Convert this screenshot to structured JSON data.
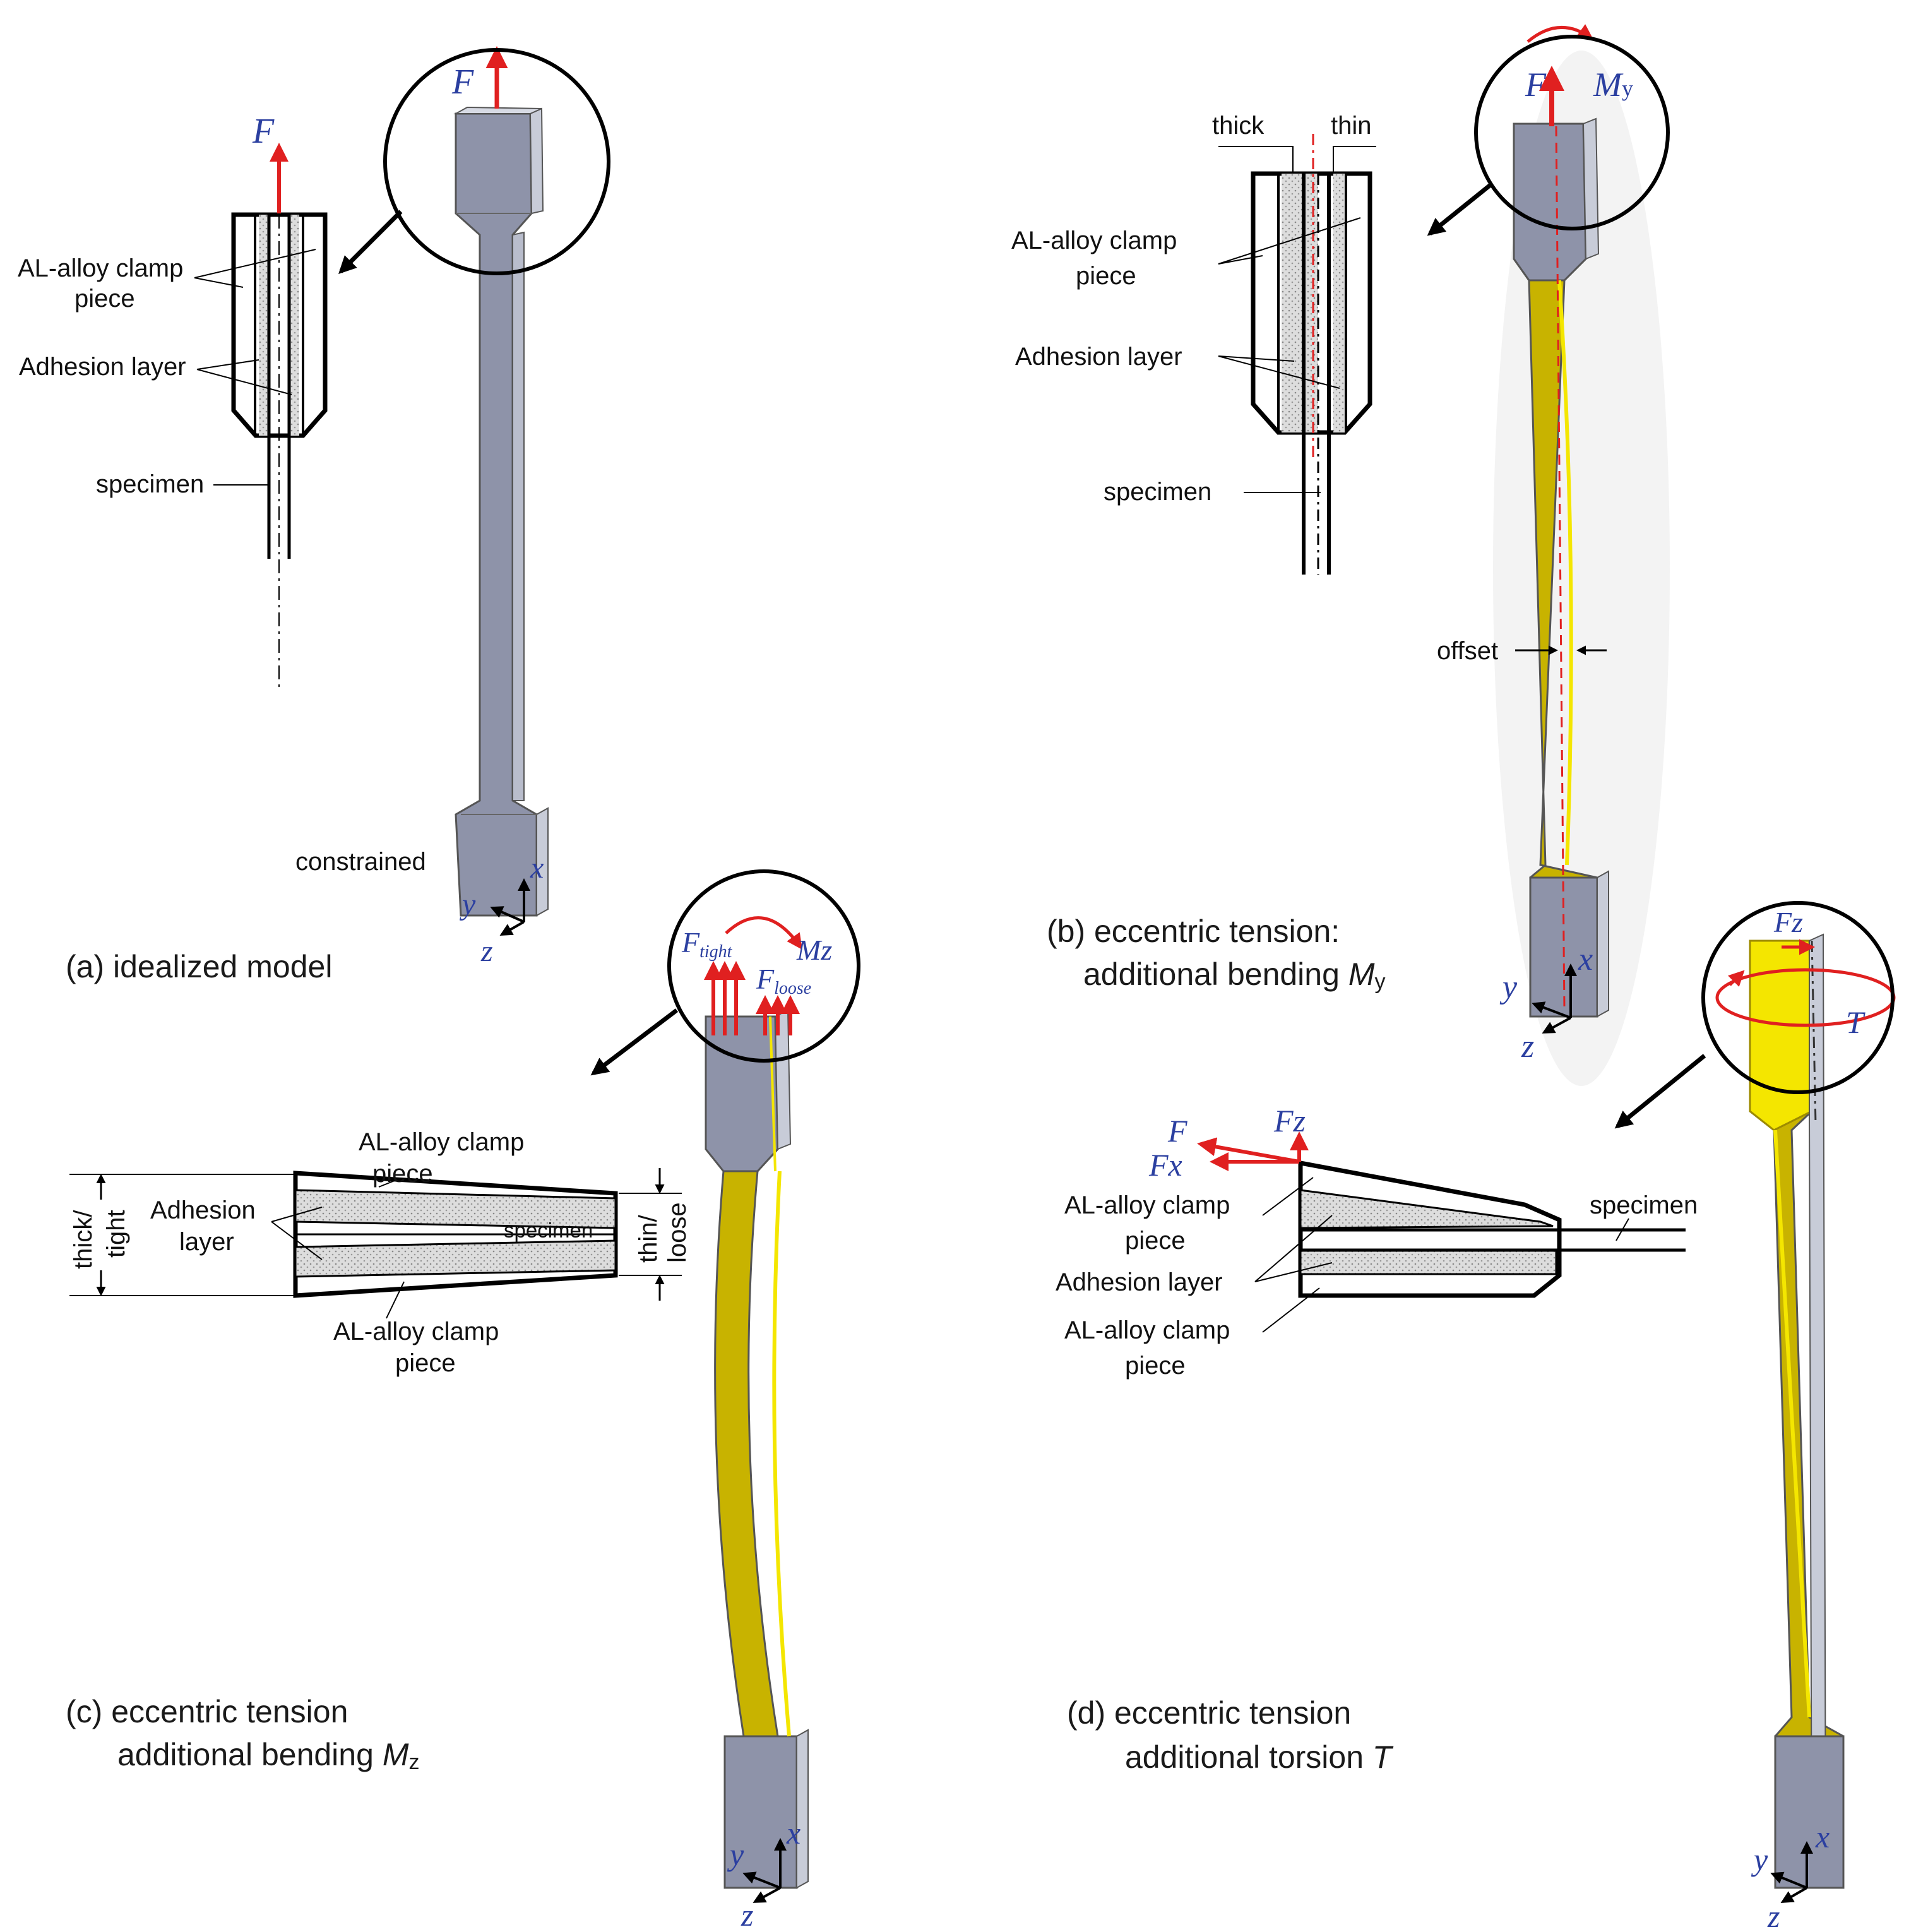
{
  "colors": {
    "steel_light": "#b9bdcc",
    "steel_mid": "#8e93a9",
    "steel_dark": "#6d7288",
    "yellow": "#c8b300",
    "yellow_dark": "#9d8b00",
    "yellow_bright": "#f4e600",
    "arrow_red": "#e02020",
    "symbol_blue": "#2b3fa0",
    "hatch_grey": "#cccccc"
  },
  "panel_a": {
    "caption": "(a) idealized model",
    "force": "F",
    "clamp_label_1": "AL-alloy clamp",
    "clamp_label_2": "piece",
    "adhesion_label": "Adhesion layer",
    "specimen_label": "specimen",
    "constrained_label": "constrained",
    "axis_x": "x",
    "axis_y": "y",
    "axis_z": "z"
  },
  "panel_b": {
    "caption_1": "(b) eccentric tension:",
    "caption_2_prefix": "additional bending ",
    "caption_2_sym": "M",
    "caption_2_sub": "y",
    "force": "F",
    "moment_sym": "M",
    "moment_sub": "y",
    "thick_label": "thick",
    "thin_label": "thin",
    "clamp_label_1": "AL-alloy clamp",
    "clamp_label_2": "piece",
    "adhesion_label": "Adhesion layer",
    "specimen_label": "specimen",
    "offset_label": "offset",
    "axis_x": "x",
    "axis_y": "y",
    "axis_z": "z"
  },
  "panel_c": {
    "caption_1": "(c) eccentric tension",
    "caption_2_prefix": "additional bending ",
    "caption_2_sym": "M",
    "caption_2_sub": "z",
    "f_tight_sym": "F",
    "f_tight_sub": "tight",
    "f_loose_sym": "F",
    "f_loose_sub": "loose",
    "moment_label": "Mz",
    "clamp_top_1": "AL-alloy clamp",
    "clamp_top_2": "piece",
    "adhesion_1": "Adhesion",
    "adhesion_2": "layer",
    "specimen_label": "specimen",
    "clamp_bottom_1": "AL-alloy clamp",
    "clamp_bottom_2": "piece",
    "thick_tight_1": "thick/",
    "thick_tight_2": "tight",
    "thin_loose_1": "thin/",
    "thin_loose_2": "loose",
    "axis_x": "x",
    "axis_y": "y",
    "axis_z": "z"
  },
  "panel_d": {
    "caption_1": "(d) eccentric tension",
    "caption_2_prefix": "additional torsion ",
    "caption_2_sym": "T",
    "fz_top": "Fz",
    "torque": "T",
    "force_f": "F",
    "force_fx": "Fx",
    "force_fz": "Fz",
    "clamp_top_1": "AL-alloy clamp",
    "clamp_top_2": "piece",
    "adhesion_label": "Adhesion layer",
    "clamp_bottom_1": "AL-alloy clamp",
    "clamp_bottom_2": "piece",
    "specimen_label": "specimen",
    "axis_x": "x",
    "axis_y": "y",
    "axis_z": "z"
  }
}
